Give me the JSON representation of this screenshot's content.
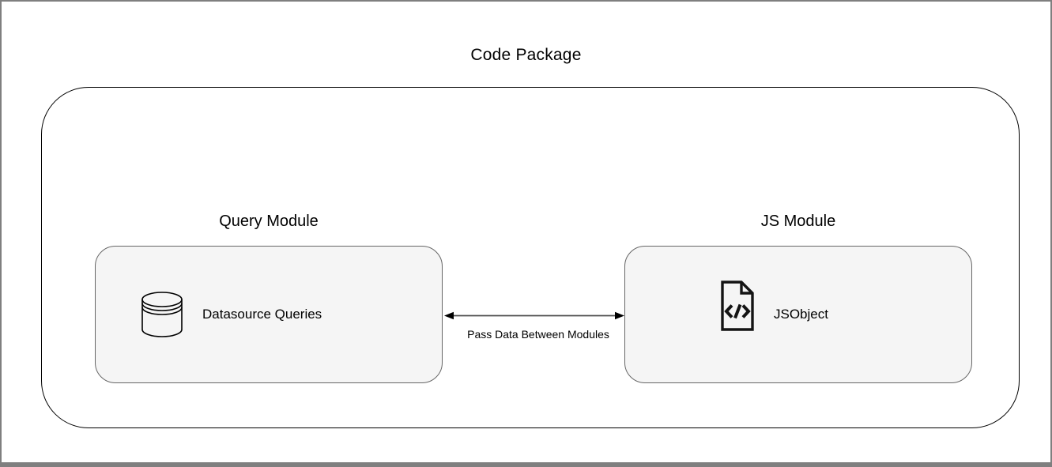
{
  "diagram": {
    "title": "Code Package",
    "query_module": {
      "title": "Query Module",
      "node_label": "Datasource Queries",
      "icon": "database-icon"
    },
    "js_module": {
      "title": "JS Module",
      "node_label": "JSObject",
      "icon": "code-file-icon"
    },
    "connection": {
      "type": "bidirectional-arrow",
      "label": "Pass Data Between Modules"
    },
    "colors": {
      "background": "#ffffff",
      "frame_border": "#7f7f7f",
      "package_border": "#000000",
      "node_fill": "#f5f5f5",
      "node_border": "#666666",
      "arrow_line": "#4d4d4d",
      "arrow_head": "#000000",
      "text": "#000000"
    }
  }
}
